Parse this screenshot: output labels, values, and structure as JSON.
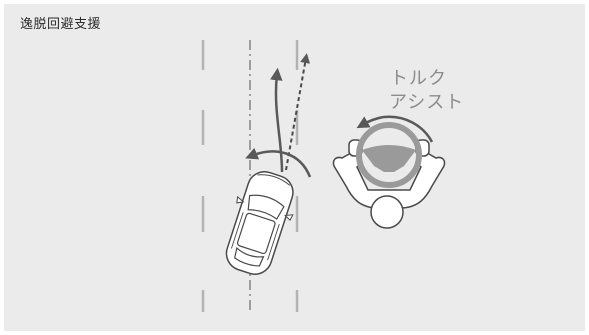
{
  "figure": {
    "title": "逸脱回避支援",
    "annotation_line1": "トルク",
    "annotation_line2": "アシスト"
  },
  "colors": {
    "background": "#ebebeb",
    "lane_marking": "#b3b3b3",
    "arrow": "#595959",
    "steering_wheel": "#9a9a9a",
    "outline": "#4a4a4a"
  }
}
